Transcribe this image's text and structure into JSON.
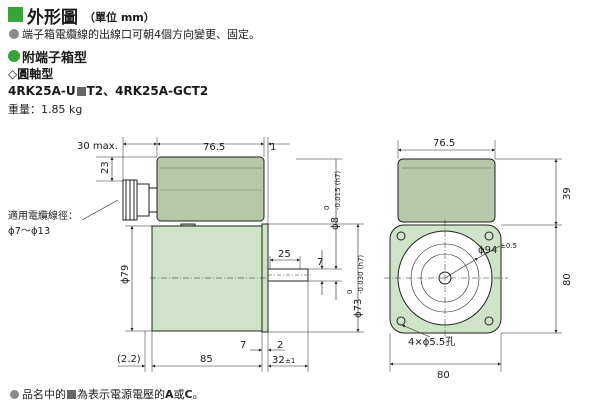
{
  "colors": {
    "accent": "#3aa33a",
    "bullet": "#8a8a8a",
    "motor_body": "#cfe3c8",
    "terminal_box": "#b7c7a8",
    "dark_square": "#666666",
    "line": "#222222"
  },
  "header": {
    "title": "外形圖",
    "unit": "（單位 mm）",
    "icon": "green-square-icon"
  },
  "note": "端子箱電纜線的出線口可朝4個方向變更、固定。",
  "section": {
    "title": "附端子箱型",
    "icon": "green-circle-icon"
  },
  "subsection": {
    "title": "◇圓軸型"
  },
  "models": {
    "part1": "4RK25A-U",
    "part2": "T2、4RK25A-GCT2"
  },
  "weight": "重量：1.85 kg",
  "cable_label": {
    "line1": "適用電纜線徑：",
    "line2": "ϕ7～ϕ13"
  },
  "side_view": {
    "dim_30max": "30 max.",
    "dim_76_5": "76.5",
    "dim_1": "1",
    "dim_23": "23",
    "dim_25": "25",
    "dim_7_right": "7",
    "dim_phi79": "ϕ79",
    "dim_phi8": "ϕ8",
    "dim_phi8_tol": "-0.015 (h7)",
    "dim_phi8_tol_top": "0",
    "dim_phi73": "ϕ73",
    "dim_phi73_tol": "-0.030 (h7)",
    "dim_phi73_tol_top": "0",
    "dim_2_2": "(2.2)",
    "dim_85": "85",
    "dim_7_bottom": "7",
    "dim_2": "2",
    "dim_32": "32",
    "dim_32_tol": "±1"
  },
  "front_view": {
    "dim_76_5": "76.5",
    "dim_39": "39",
    "dim_80_right": "80",
    "dim_80_bottom": "80",
    "dim_phi94": "ϕ94",
    "dim_phi94_tol": "±0.5",
    "dim_holes": "4×ϕ5.5孔"
  },
  "footnote": {
    "part1": "品名中的",
    "part2": "為表示電源電壓的",
    "a": "A",
    "or": "或",
    "c": "C",
    "end": "。"
  }
}
